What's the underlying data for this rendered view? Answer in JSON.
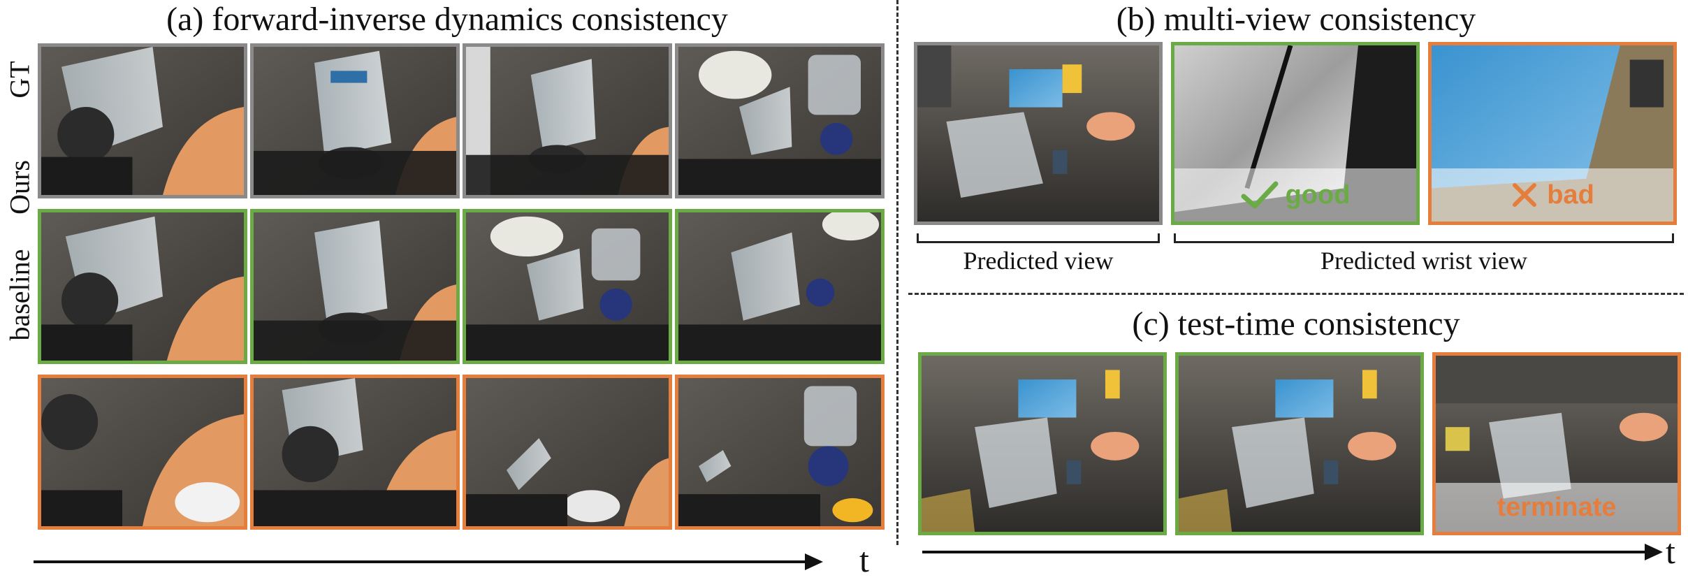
{
  "panel_a": {
    "title": "(a) forward-inverse dynamics consistency",
    "rows": [
      "GT",
      "Ours",
      "baseline"
    ]
  },
  "panel_b": {
    "title": "(b) multi-view consistency",
    "good_label": "good",
    "bad_label": "bad",
    "caption_left": "Predicted view",
    "caption_right": "Predicted wrist view"
  },
  "panel_c": {
    "title": "(c) test-time consistency",
    "terminate_label": "terminate"
  },
  "axis_label": "t",
  "icons": {
    "good": "check-icon",
    "bad": "cross-icon"
  },
  "colors": {
    "gt": "#8a8a8a",
    "ours": "#6aab45",
    "baseline": "#e57d3d"
  }
}
